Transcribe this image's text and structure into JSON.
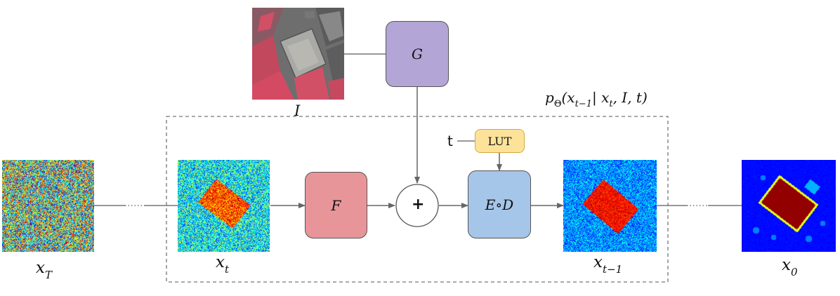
{
  "diagram": {
    "input_image_label": "I",
    "nodes": {
      "G": "G",
      "F": "F",
      "plus": "+",
      "ED": "E∘D",
      "LUT": "LUT",
      "t_input": "t"
    },
    "dashed_box_title": {
      "p": "p",
      "theta": "Θ",
      "args_open": "(x",
      "sub_t_minus_1": "t−1",
      "bar": "| x",
      "sub_t": "t",
      "rest": ", I, t)"
    },
    "states": {
      "xT": {
        "base": "x",
        "sub": "T"
      },
      "xt": {
        "base": "x",
        "sub": "t"
      },
      "xt1": {
        "base": "x",
        "sub": "t−1"
      },
      "x0": {
        "base": "x",
        "sub": "0"
      }
    },
    "colors": {
      "G_fill": "#b3a6d6",
      "F_fill": "#e8959a",
      "ED_fill": "#a5c6e8",
      "LUT_fill": "#fde39a",
      "LUT_border": "#d6a93a",
      "arrow": "#666666"
    }
  }
}
